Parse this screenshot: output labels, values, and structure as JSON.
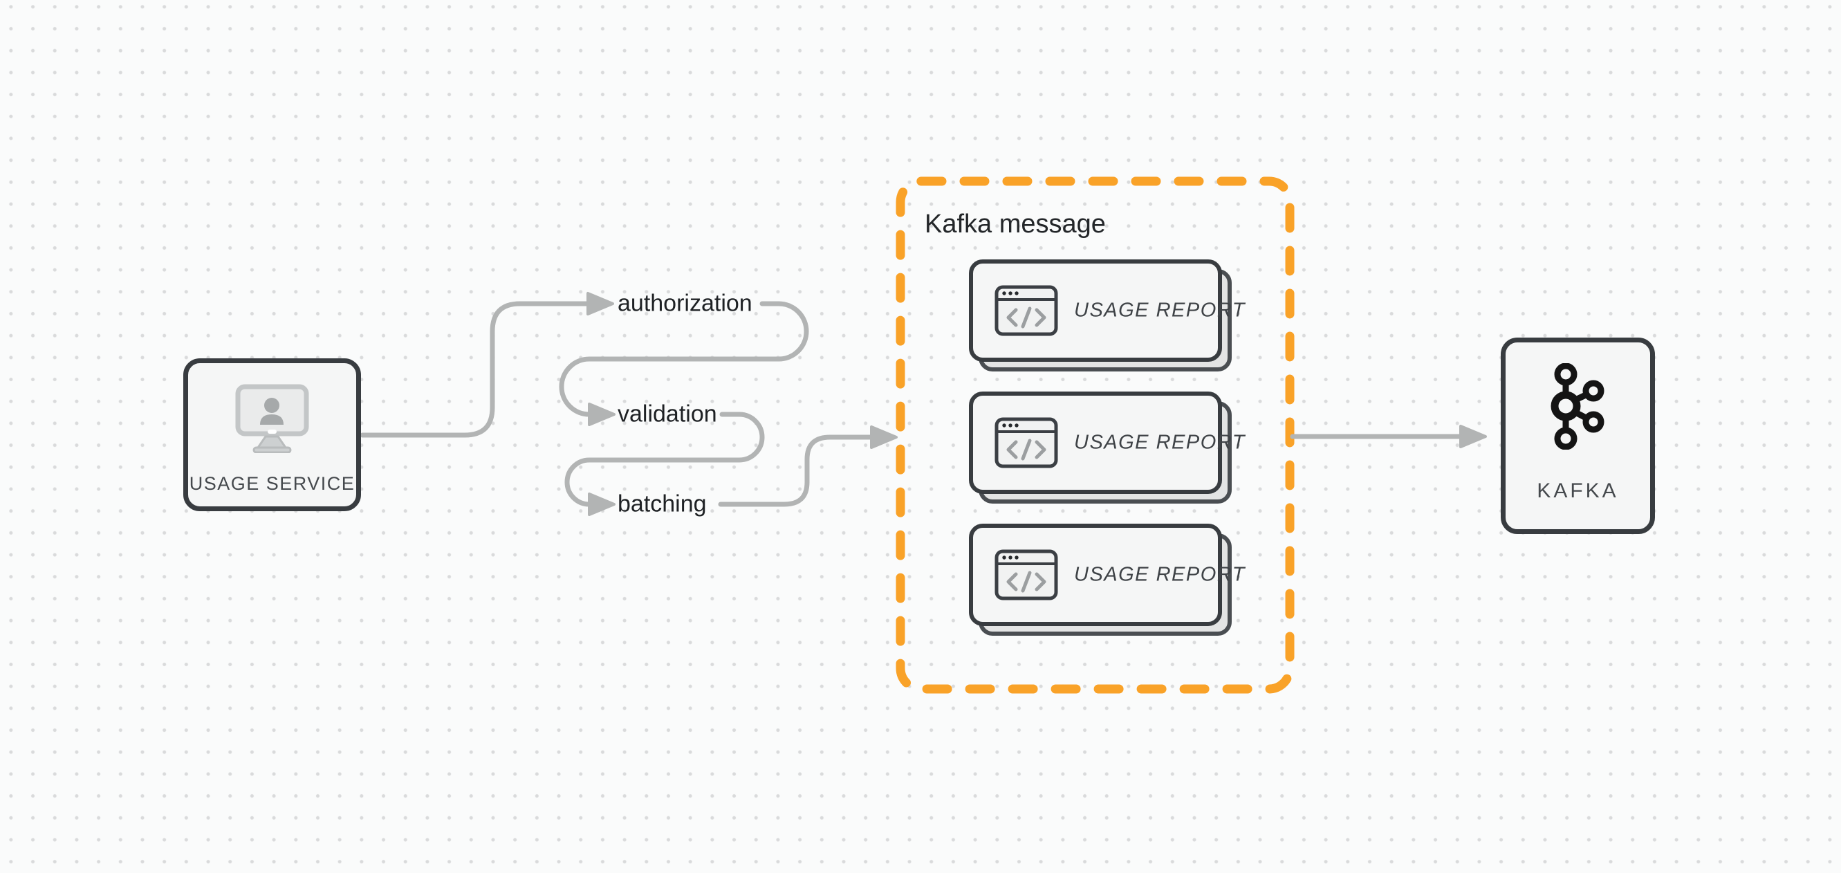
{
  "colors": {
    "canvas_background": "#FAFBFB",
    "dot_grid": "#D9DADB",
    "connector_gray": "#B2B4B4",
    "shape_border_dark": "#383C40",
    "shape_fill_light": "#F5F6F6",
    "card_shadow_fill": "#E3E4E4",
    "group_border_orange": "#F9A228",
    "step_text_dark": "#1E2124",
    "shape_text_muted": "#45494D"
  },
  "nodes": {
    "usage_service": {
      "label": "USAGE SERVICE",
      "icon": "monitor-user-icon"
    },
    "kafka": {
      "label": "KAFKA",
      "icon": "kafka-logo-icon"
    }
  },
  "pipeline_steps": [
    {
      "label": "authorization"
    },
    {
      "label": "validation"
    },
    {
      "label": "batching"
    }
  ],
  "kafka_message_group": {
    "title": "Kafka message",
    "cards": [
      {
        "label": "USAGE REPORT",
        "icon": "code-window-icon"
      },
      {
        "label": "USAGE REPORT",
        "icon": "code-window-icon"
      },
      {
        "label": "USAGE REPORT",
        "icon": "code-window-icon"
      }
    ]
  },
  "flow": {
    "edges": [
      {
        "from": "usage_service",
        "to": "authorization"
      },
      {
        "from": "authorization",
        "to": "validation"
      },
      {
        "from": "validation",
        "to": "batching"
      },
      {
        "from": "batching",
        "to": "kafka_message_group"
      },
      {
        "from": "kafka_message_group",
        "to": "kafka"
      }
    ]
  }
}
